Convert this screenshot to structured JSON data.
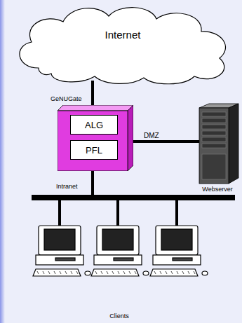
{
  "diagram": {
    "nodes": [
      {
        "text": [
          "Internet"
        ]
      },
      {
        "text": [
          "GeNUGate"
        ]
      },
      {
        "text": [
          "ALG"
        ],
        "in": 1
      },
      {
        "text": [
          "PFL"
        ],
        "in": 1
      },
      {
        "text": [
          "Webserver"
        ]
      },
      {
        "text": [
          "Intranet"
        ]
      }
    ],
    "edges": [
      {
        "from": 0,
        "to": 1,
        "arrow": "none"
      },
      {
        "from": 1,
        "to": 4,
        "label": "DMZ",
        "arrow": "none"
      },
      {
        "from": 1,
        "to": 5,
        "arrow": "none"
      }
    ],
    "labels": [
      "Clients"
    ]
  }
}
